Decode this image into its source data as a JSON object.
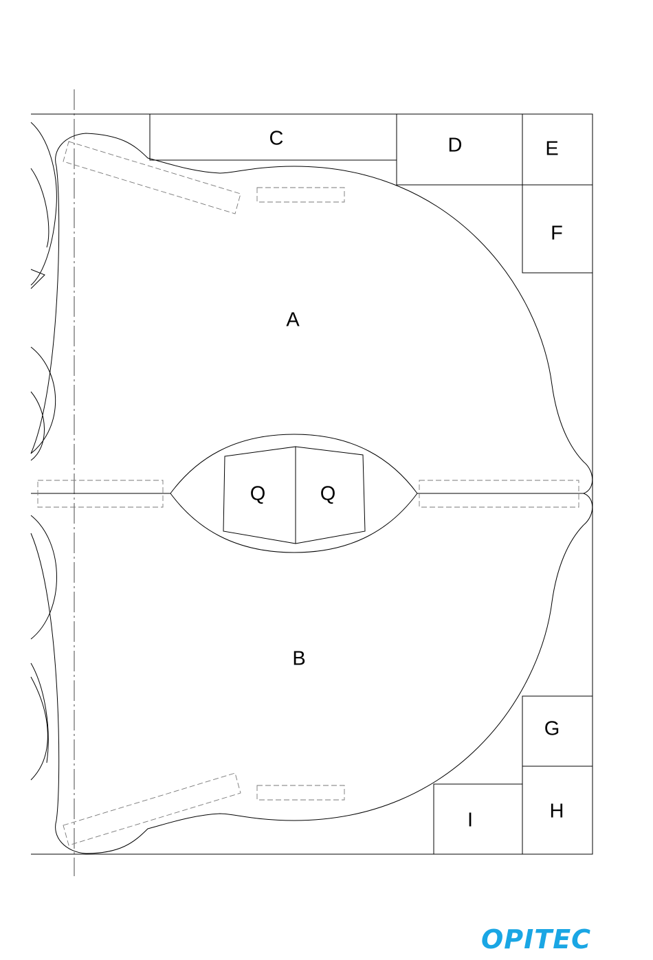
{
  "labels": {
    "A": "A",
    "B": "B",
    "C": "C",
    "D": "D",
    "E": "E",
    "F": "F",
    "G": "G",
    "H": "H",
    "I": "I",
    "Q_left": "Q",
    "Q_right": "Q"
  },
  "brand": {
    "logo_text": "OPITEC",
    "color": "#1aa6e4"
  }
}
